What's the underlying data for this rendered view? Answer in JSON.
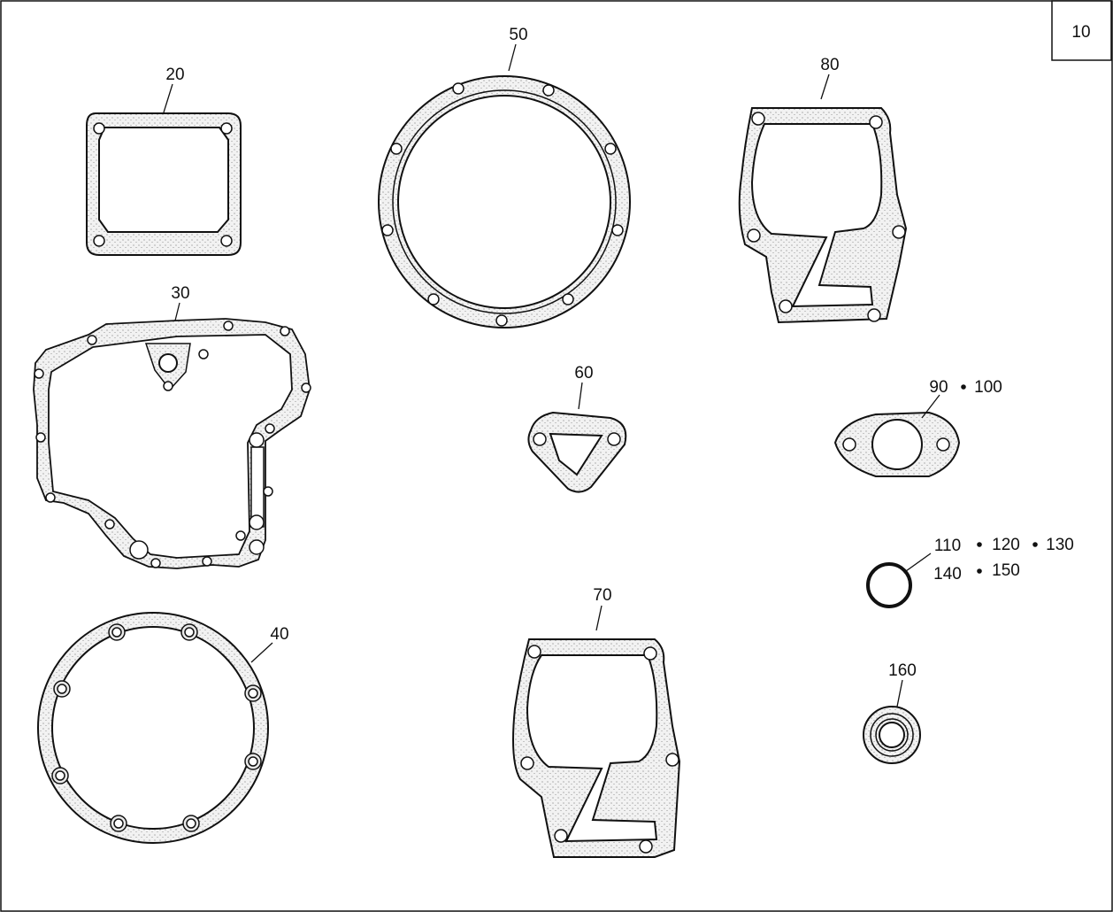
{
  "sheet_number": "10",
  "labels": {
    "p20": "20",
    "p30": "30",
    "p40": "40",
    "p50": "50",
    "p60": "60",
    "p70": "70",
    "p80": "80",
    "p90": "90",
    "p100": "100",
    "p110": "110",
    "p120": "120",
    "p130": "130",
    "p140": "140",
    "p150": "150",
    "p160": "160"
  },
  "colors": {
    "line": "#111111",
    "gasket_fill": "#e9e9e9",
    "background": "#ffffff"
  }
}
